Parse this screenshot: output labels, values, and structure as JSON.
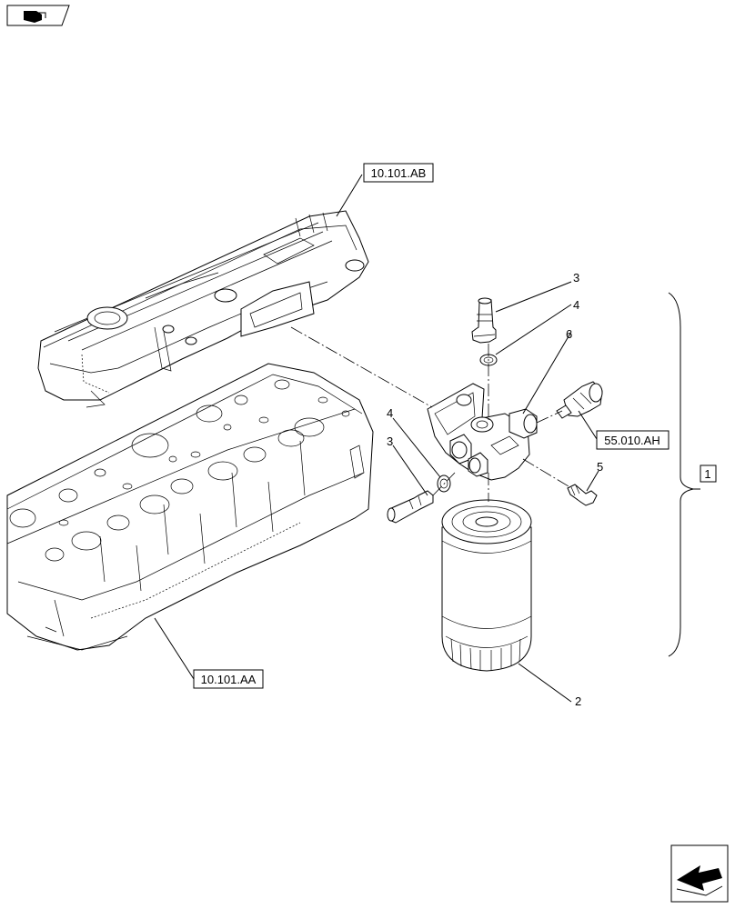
{
  "references": {
    "valve_cover": "10.101.AB",
    "cylinder_head": "10.101.AA",
    "sensor": "55.010.AH",
    "assembly": "1"
  },
  "callouts": {
    "fitting_top": "3",
    "washer_top": "4",
    "filter_head": "6",
    "washer_left": "4",
    "fitting_left": "3",
    "bolt": "5",
    "filter_cartridge": "2"
  },
  "icons": {
    "top_left": "book-navigation-icon",
    "bottom_right": "next-page-arrow-icon"
  }
}
